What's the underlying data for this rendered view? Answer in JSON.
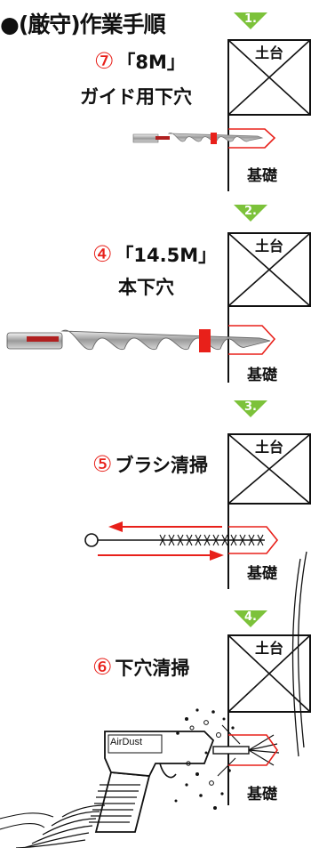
{
  "title": "●(厳守)作業手順",
  "colors": {
    "step_badge": "#7cc23a",
    "accent_red": "#e8201a",
    "line": "#111111"
  },
  "steps": [
    {
      "badge": "1.",
      "number": "⑦",
      "text": "「8M」",
      "sub": "ガイド用下穴",
      "dodai": "土台",
      "kiso": "基礎"
    },
    {
      "badge": "2.",
      "number": "④",
      "text": "「14.5M」",
      "sub": "本下穴",
      "dodai": "土台",
      "kiso": "基礎"
    },
    {
      "badge": "3.",
      "number": "⑤",
      "text": "ブラシ清掃",
      "dodai": "土台",
      "kiso": "基礎"
    },
    {
      "badge": "4.",
      "number": "⑥",
      "text": "下穴清掃",
      "dodai": "土台",
      "kiso": "基礎",
      "tool": "AirDust"
    }
  ]
}
